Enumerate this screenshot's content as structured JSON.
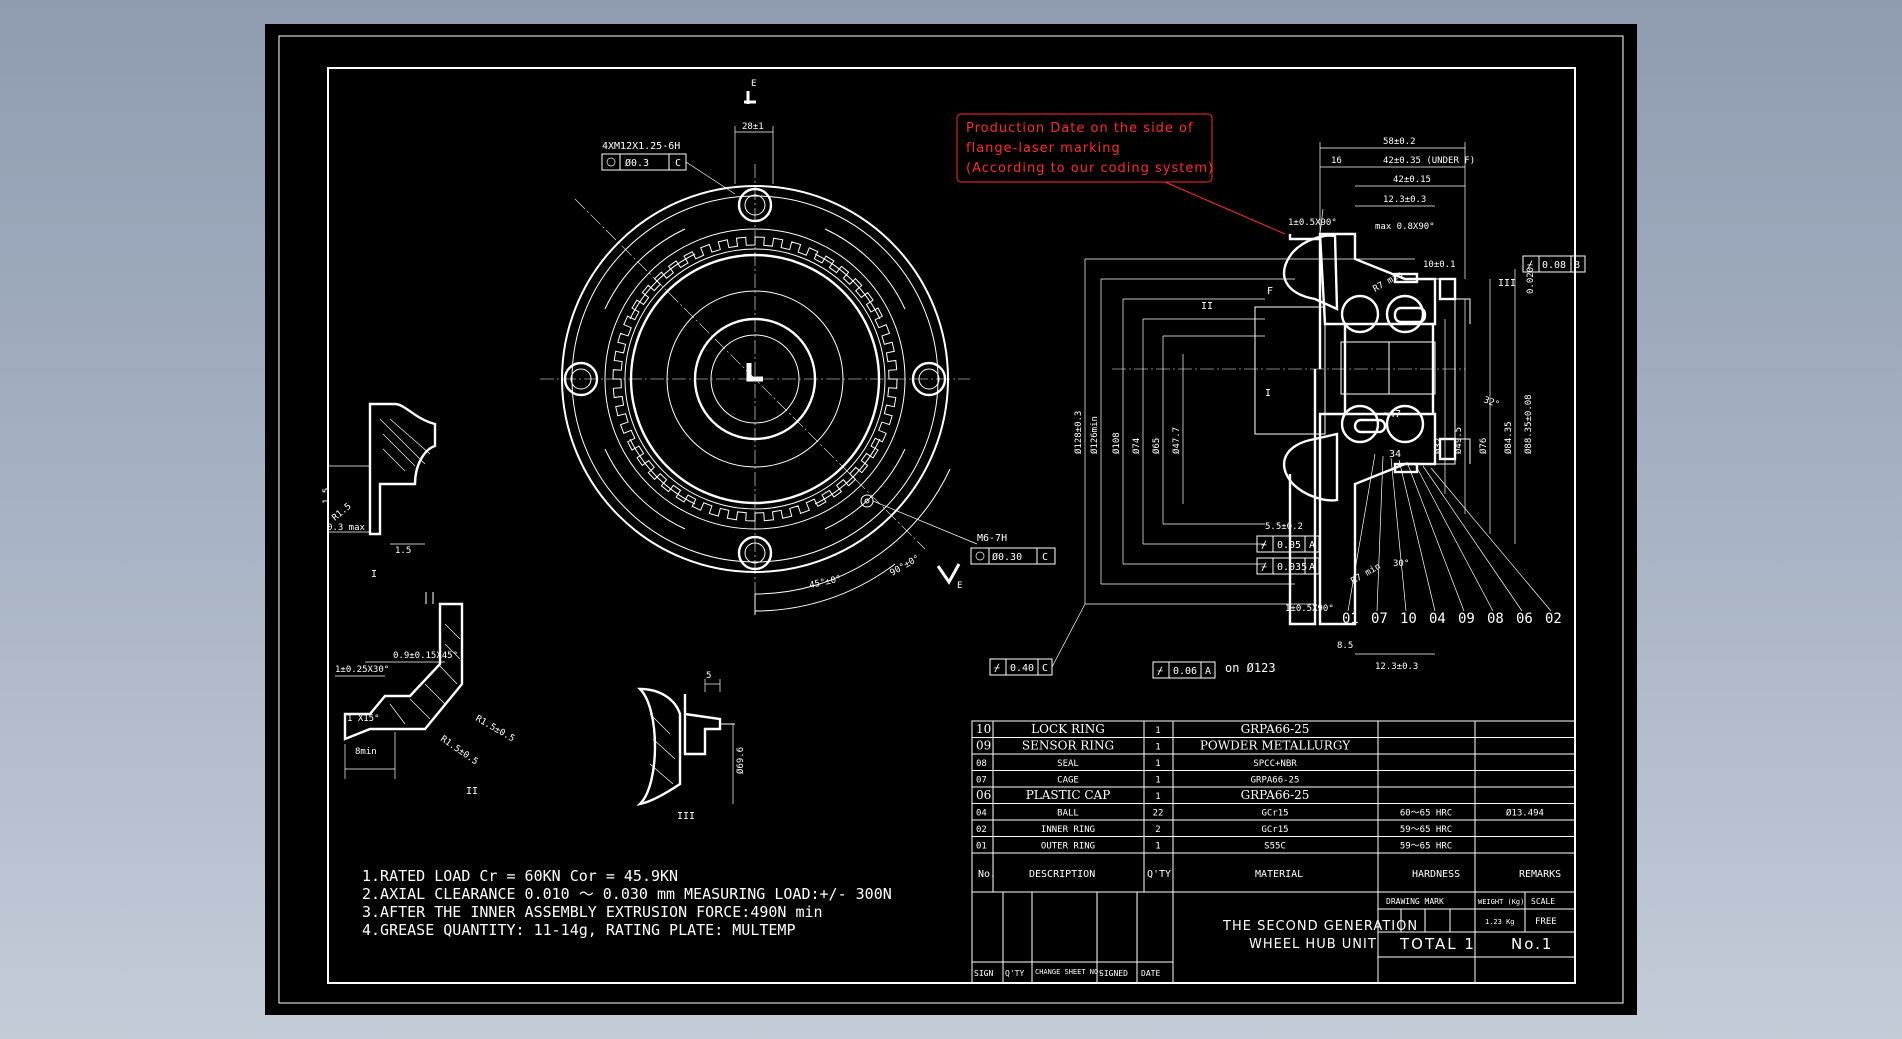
{
  "drawing": {
    "view_label_e": "E",
    "section_labels": {
      "detail_1": "I",
      "detail_2": "II",
      "detail_3": "III",
      "section_f": "F"
    },
    "annotation_red": [
      "Production Date on the side of",
      "flange-laser marking",
      "(According to our coding system)"
    ],
    "front_view": {
      "thread_spec": "4XM12X1.25-6H",
      "thread_tol": "Ø0.3",
      "datum_c": "C",
      "width_dim": "28±1",
      "m6_spec": "M6-7H",
      "m6_tol": "Ø0.30",
      "angle_1": "45°±0°",
      "angle_2": "90°±0°"
    },
    "side_view": {
      "dims_top": [
        "58±0.2",
        "16",
        "42±0.35 (UNDER F)",
        "42±0.15",
        "12.3±0.3"
      ],
      "chamfer_top": "1±0.5X90°",
      "max_chamfer": "max 0.8X90°",
      "radius_7": "R7 min",
      "dim_10": "10±0.1",
      "flat_tol": "0.08",
      "datum_b": "B",
      "dim_020": "0.020",
      "diam_dims": [
        "Ø128±0.3",
        "Ø126min",
        "Ø108",
        "Ø74",
        "Ø65",
        "Ø47.7",
        "Ø32",
        "Ø49.5",
        "Ø76",
        "Ø84.35",
        "Ø88.35±0.08"
      ],
      "inner_47": "≈47",
      "inner_34": "34",
      "angle_32": "32°",
      "dim_55": "5.5±0.2",
      "tol_005": "0.05",
      "tol_0035": "0.035",
      "datum_a": "A",
      "chamfer_bottom": "1±0.5X90°",
      "r7_bottom": "R7 min",
      "angle_30": "30°",
      "dim_85": "8.5",
      "dim_123": "12.3±0.3",
      "tol_040": "0.40",
      "tol_006": "0.06",
      "on_label": "on Ø123",
      "balloons": [
        "01",
        "07",
        "10",
        "04",
        "09",
        "08",
        "06",
        "02"
      ]
    },
    "detail_1_dims": {
      "r15": "R1.5",
      "d15": "1.5",
      "d03": "0.3 max",
      "d15b": "1.5"
    },
    "detail_2_dims": {
      "c1": "0.9±0.15X45°",
      "c2": "1±0.25X30°",
      "c3": "1 X15°",
      "c4": "8min",
      "r1": "R1.5±0.5",
      "r2": "R1.5±0.5"
    },
    "detail_3_dims": {
      "d5": "5",
      "d69": "Ø69.6"
    }
  },
  "notes": [
    "1.RATED LOAD  Cr = 60KN  Cor = 45.9KN",
    "2.AXIAL CLEARANCE  0.010 ～ 0.030 mm  MEASURING LOAD:+/- 300N",
    "3.AFTER THE INNER ASSEMBLY EXTRUSION FORCE:490N  min",
    "4.GREASE QUANTITY: 11-14g, RATING PLATE: MULTEMP"
  ],
  "bom": {
    "rows": [
      {
        "no": "10",
        "desc": "LOCK RING",
        "qty": "1",
        "mat": "GRPA66-25",
        "hard": "",
        "rem": "",
        "bold": true
      },
      {
        "no": "09",
        "desc": "SENSOR RING",
        "qty": "1",
        "mat": "POWDER METALLURGY",
        "hard": "",
        "rem": "",
        "bold": true
      },
      {
        "no": "08",
        "desc": "SEAL",
        "qty": "1",
        "mat": "SPCC+NBR",
        "hard": "",
        "rem": "",
        "bold": false
      },
      {
        "no": "07",
        "desc": "CAGE",
        "qty": "1",
        "mat": "GRPA66-25",
        "hard": "",
        "rem": "",
        "bold": false
      },
      {
        "no": "06",
        "desc": "PLASTIC CAP",
        "qty": "1",
        "mat": "GRPA66-25",
        "hard": "",
        "rem": "",
        "bold": true
      },
      {
        "no": "04",
        "desc": "BALL",
        "qty": "22",
        "mat": "GCr15",
        "hard": "60～65 HRC",
        "rem": "Ø13.494",
        "bold": false
      },
      {
        "no": "02",
        "desc": "INNER RING",
        "qty": "2",
        "mat": "GCr15",
        "hard": "59～65 HRC",
        "rem": "",
        "bold": false
      },
      {
        "no": "01",
        "desc": "OUTER RING",
        "qty": "1",
        "mat": "S55C",
        "hard": "59～65 HRC",
        "rem": "",
        "bold": false
      }
    ],
    "headers": {
      "no": "No.",
      "desc": "DESCRIPTION",
      "qty": "Q'TY",
      "mat": "MATERIAL",
      "hard": "HARDNESS",
      "rem": "REMARKS"
    }
  },
  "title_block": {
    "title_line1": "THE SECOND GENERATION",
    "title_line2": "WHEEL HUB UNIT",
    "drawing_mark": "DRAWING MARK",
    "weight_label": "WEIGHT (Kg)",
    "scale_label": "SCALE",
    "weight_value": "1.23 Kg",
    "scale_value": "FREE",
    "total": "TOTAL 1",
    "number": "No.1",
    "rev_headers": [
      "SIGN",
      "Q'TY",
      "CHANGE SHEET NO.",
      "SIGNED",
      "DATE"
    ]
  }
}
